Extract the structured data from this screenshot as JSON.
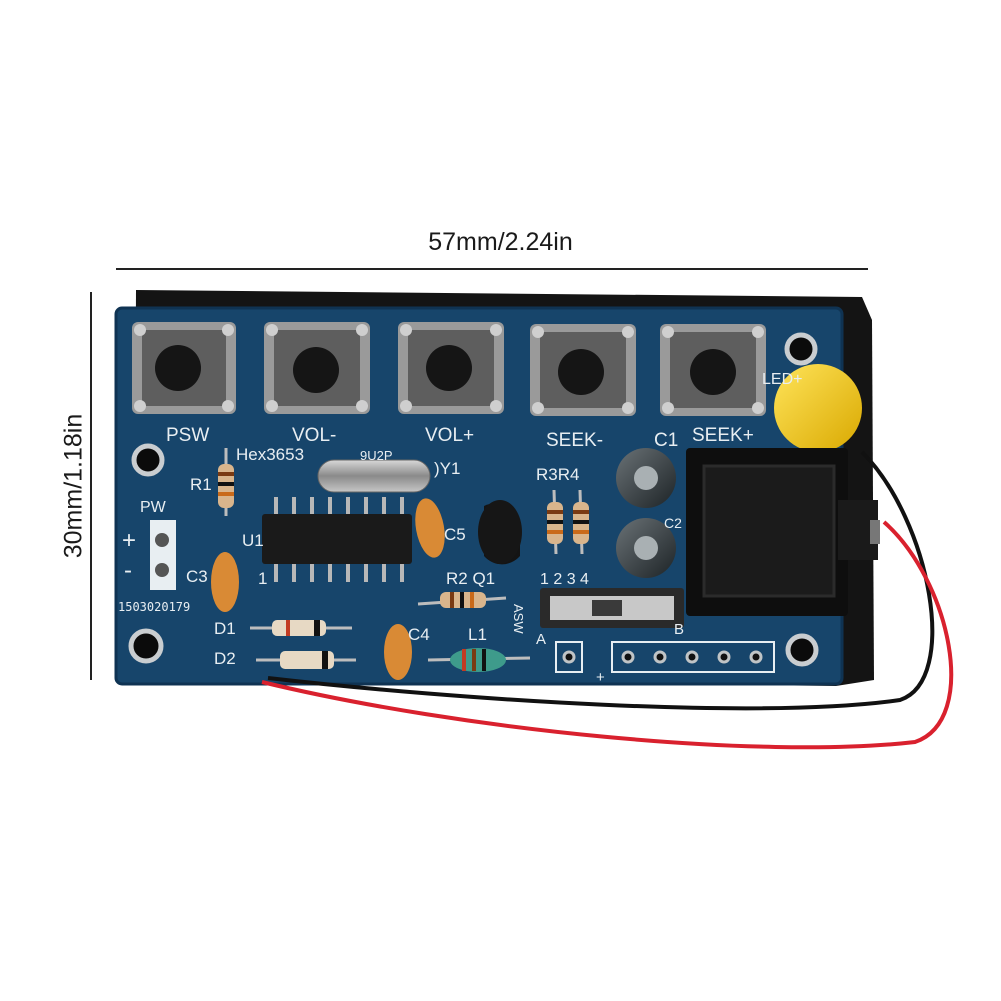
{
  "dimensions": {
    "width_label": "57mm/2.24in",
    "height_label": "30mm/1.18in"
  },
  "board": {
    "colors": {
      "pcb": "#17456b",
      "pcb_edge": "#0f3353",
      "silkscreen": "#e8eef2",
      "backing": "#141414",
      "led": "#f2c417",
      "wire_red": "#d9212e",
      "wire_black": "#111111"
    },
    "silkscreen": {
      "psw": "PSW",
      "vol_minus": "VOL-",
      "vol_plus": "VOL+",
      "seek_minus": "SEEK-",
      "seek_plus": "SEEK+",
      "c1": "C1",
      "led": "LED+",
      "hex": "Hex3653",
      "hex_suffix": "9U2P",
      "y1": ")Y1",
      "r1": "R1",
      "r3r4": "R3R4",
      "pw": "PW",
      "plus": "+",
      "minus": "-",
      "u1": "U1",
      "one": "1",
      "c3": "C3",
      "c5": "C5",
      "c2": "C2",
      "r2q1": "R2 Q1",
      "sw_numbers": "1  2   3   4",
      "asw": "ASW",
      "serial": "1503020179",
      "d1": "D1",
      "d2": "D2",
      "c4": "C4",
      "l1": "L1",
      "a": "A",
      "b": "B",
      "plus_bottom": "+"
    }
  }
}
